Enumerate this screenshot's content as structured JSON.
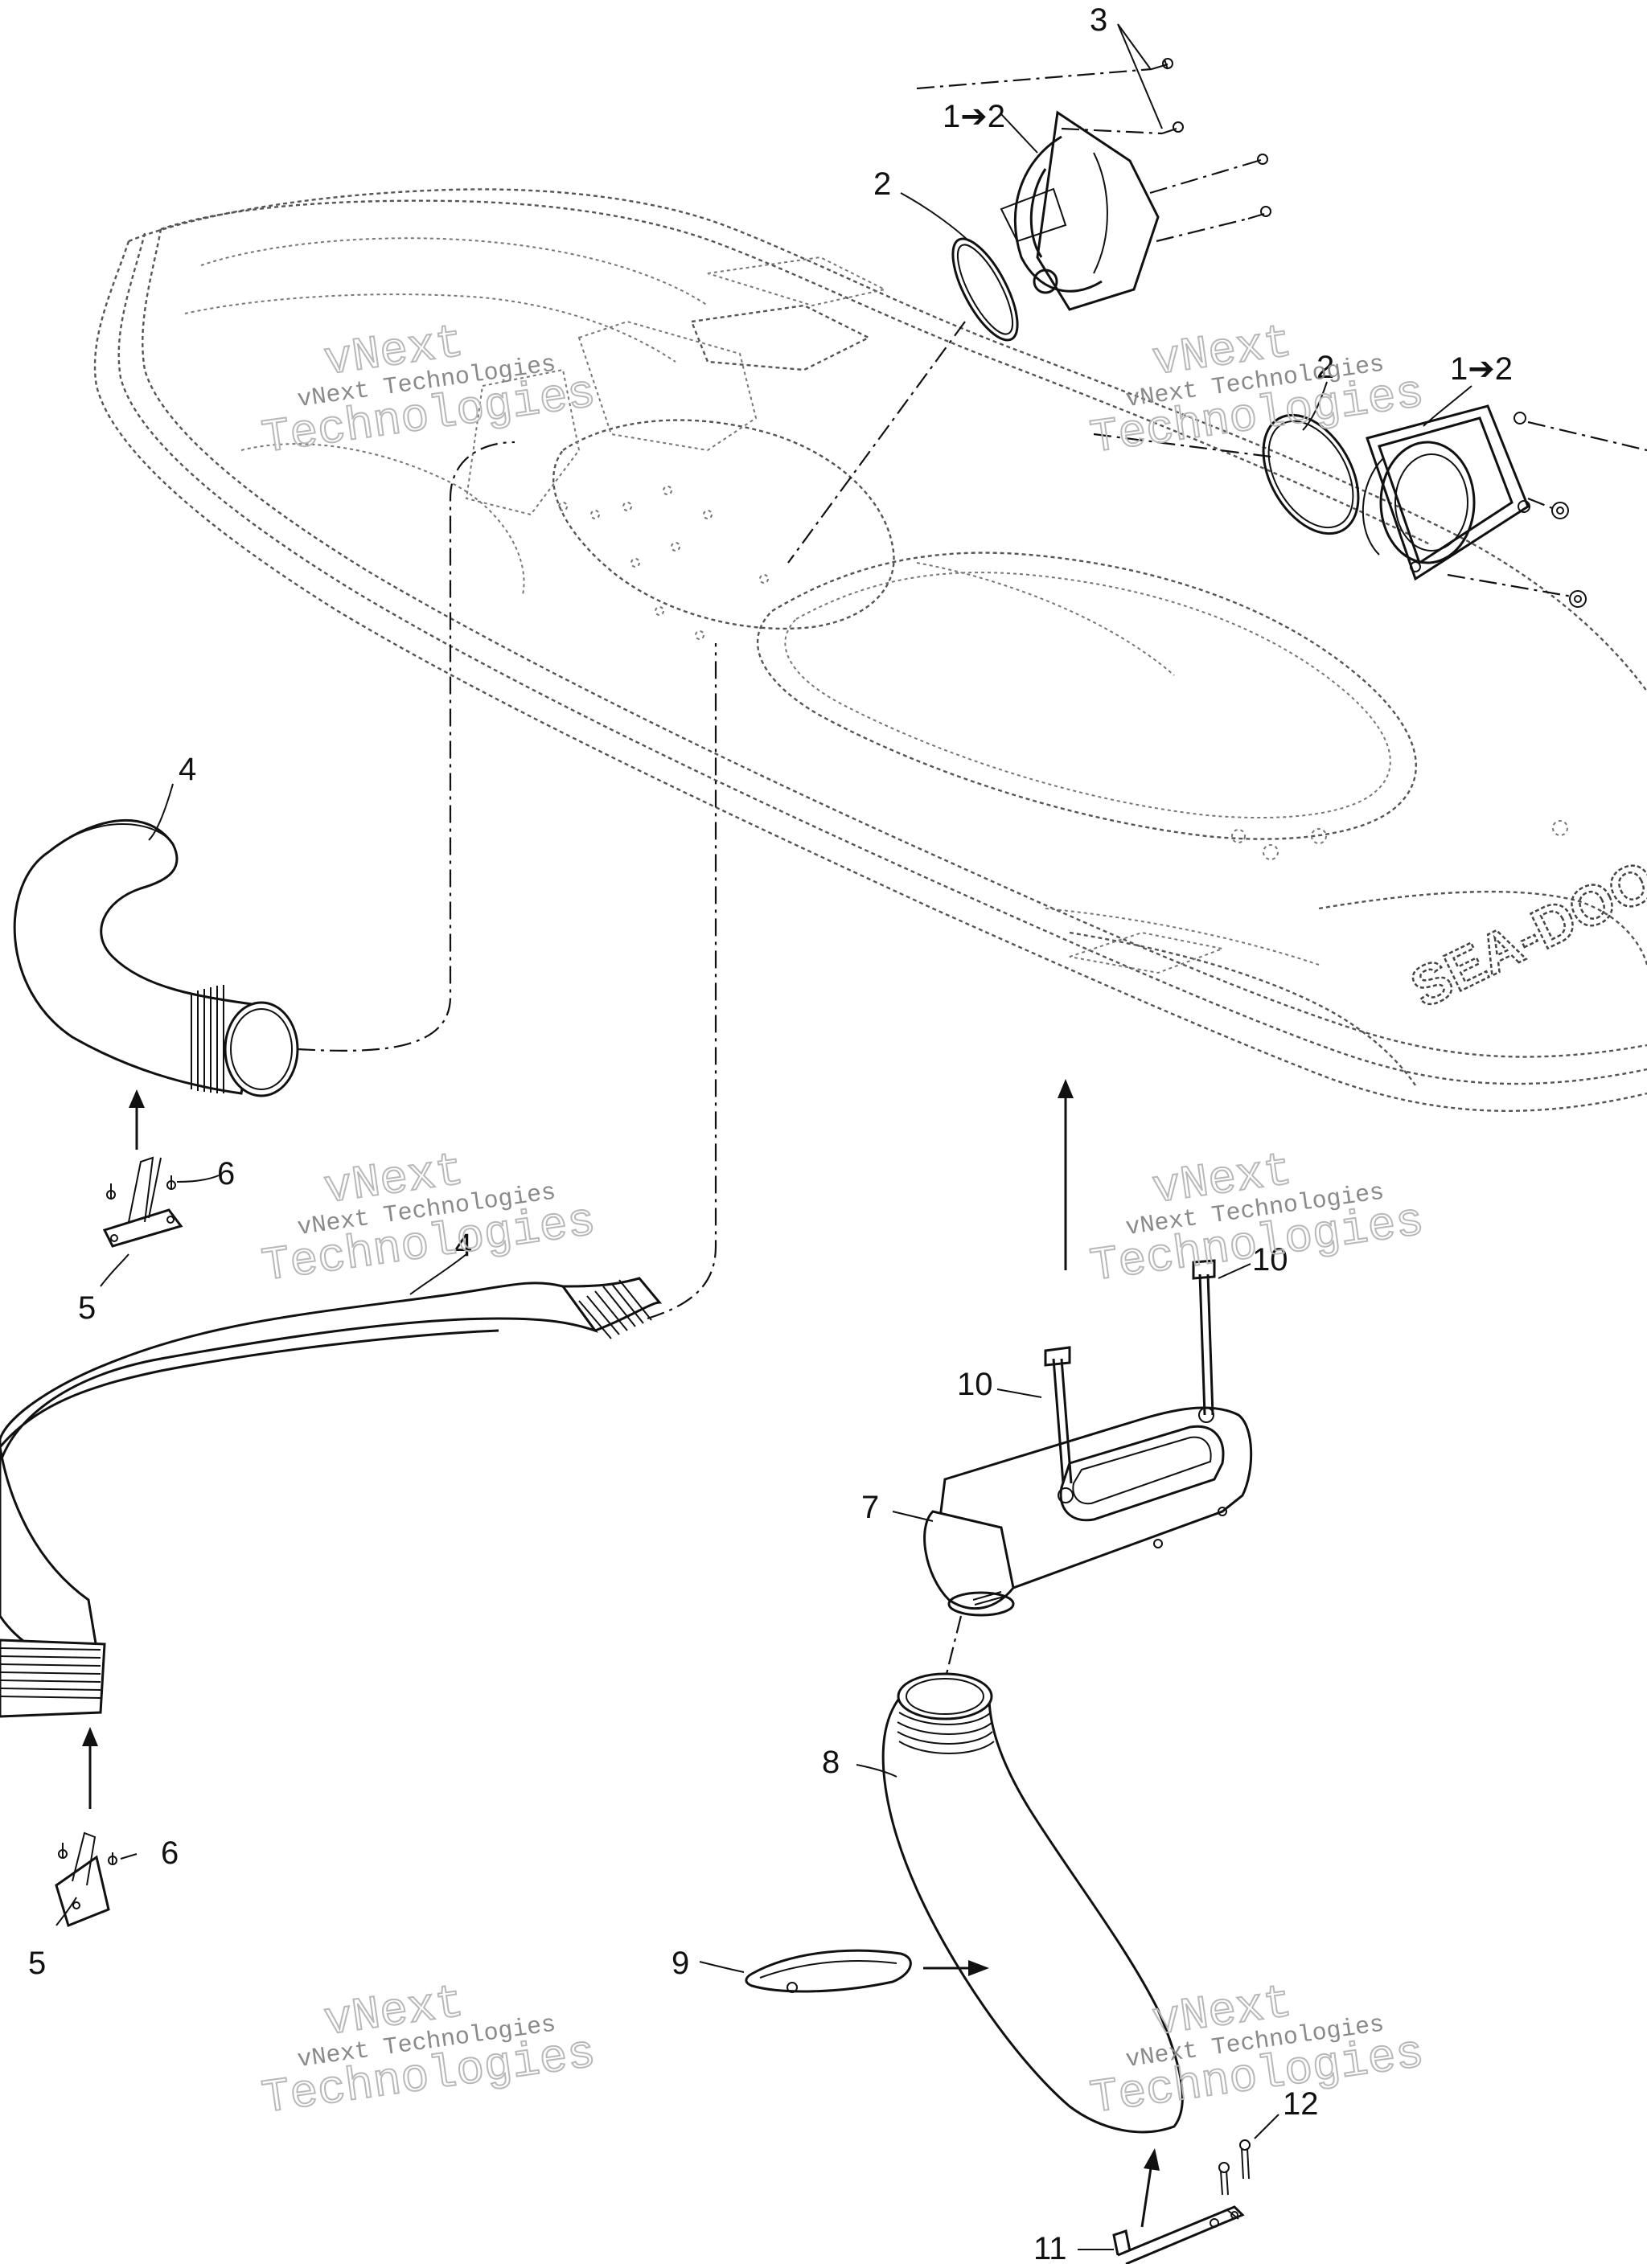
{
  "watermark": {
    "small_text": "vNext Technologies",
    "big_word_1": "vNext",
    "big_word_2": "Technologies"
  },
  "brand_on_hull": "SEA-DOO",
  "callouts": [
    {
      "id": "c3",
      "text": "3"
    },
    {
      "id": "c1to2-top",
      "text": "1➔2"
    },
    {
      "id": "c2-top",
      "text": "2"
    },
    {
      "id": "c2-right",
      "text": "2"
    },
    {
      "id": "c1to2-right",
      "text": "1➔2"
    },
    {
      "id": "c4-top",
      "text": "4"
    },
    {
      "id": "c6-top",
      "text": "6"
    },
    {
      "id": "c5-top",
      "text": "5"
    },
    {
      "id": "c4-mid",
      "text": "4"
    },
    {
      "id": "c10-right",
      "text": "10"
    },
    {
      "id": "c10-left",
      "text": "10"
    },
    {
      "id": "c7",
      "text": "7"
    },
    {
      "id": "c8",
      "text": "8"
    },
    {
      "id": "c6-bottom",
      "text": "6"
    },
    {
      "id": "c5-bottom",
      "text": "5"
    },
    {
      "id": "c9",
      "text": "9"
    },
    {
      "id": "c12",
      "text": "12"
    },
    {
      "id": "c11",
      "text": "11"
    }
  ]
}
